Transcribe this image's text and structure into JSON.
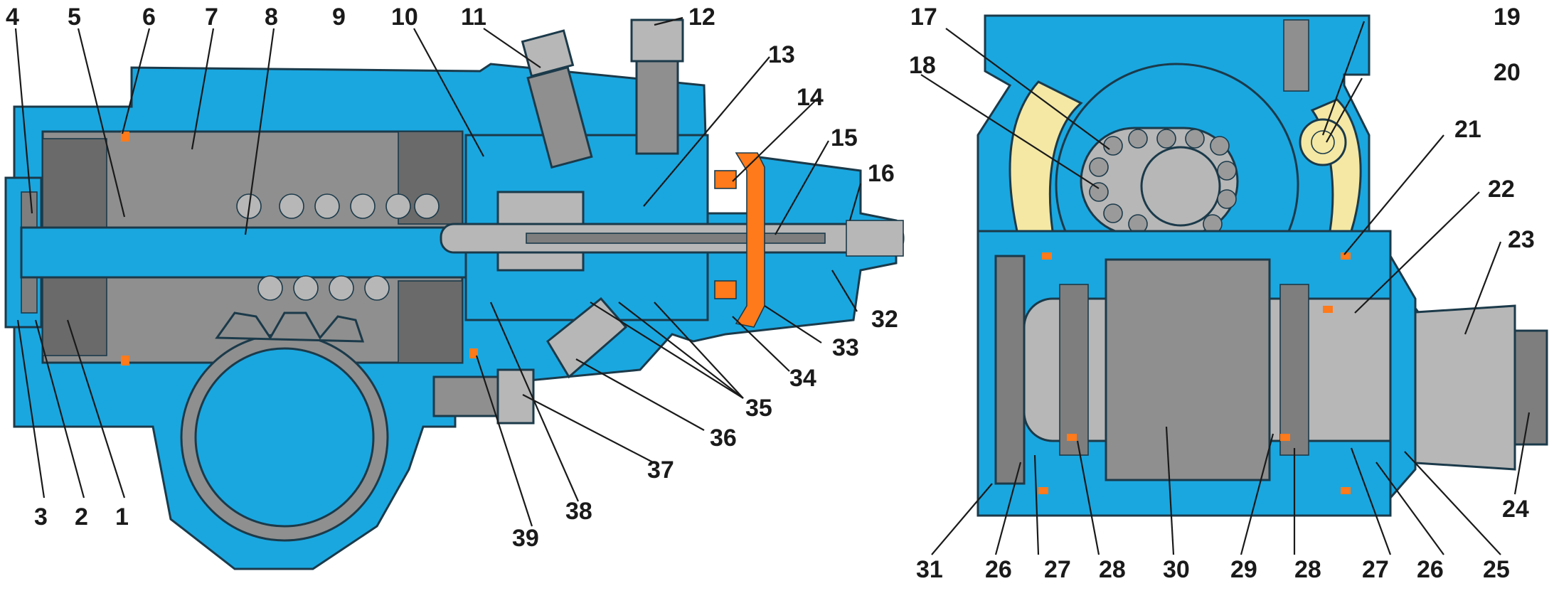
{
  "colors": {
    "housing": "#1aa7e0",
    "steel": "#b7b7b7",
    "steel_dark": "#7e7e7e",
    "gear_gray": "#8f8f8f",
    "seal_orange": "#ff7a1a",
    "cover_yellow": "#f4e8a4",
    "outline": "#1b3a4a",
    "label": "#1a1a1a"
  },
  "views": [
    {
      "name": "longitudinal-section"
    },
    {
      "name": "cross-section"
    }
  ],
  "callouts": [
    "4",
    "5",
    "6",
    "7",
    "8",
    "9",
    "10",
    "11",
    "12",
    "13",
    "14",
    "15",
    "16",
    "32",
    "33",
    "34",
    "35",
    "36",
    "37",
    "38",
    "39",
    "1",
    "2",
    "3",
    "17",
    "18",
    "19",
    "20",
    "21",
    "22",
    "23",
    "24",
    "25",
    "26",
    "27",
    "28",
    "29",
    "30",
    "31"
  ]
}
